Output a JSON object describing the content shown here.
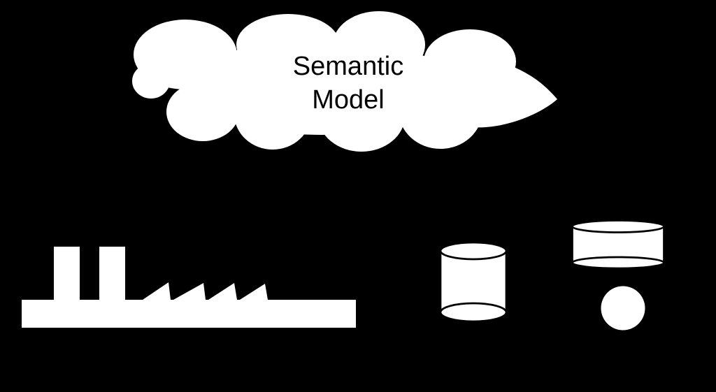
{
  "canvas": {
    "width": "1024",
    "height": "561"
  },
  "colors": {
    "background": "#000000",
    "shape_fill": "#ffffff",
    "shape_outline": "#000000",
    "text_color": "#000000"
  },
  "cloud": {
    "label_line1": "Semantic",
    "label_line2": "Model"
  },
  "icons": {
    "factory": "factory-silhouette",
    "tall_cylinder": "database-cylinder",
    "wide_cylinder": "short-database-cylinder",
    "sphere": "white-ball"
  }
}
